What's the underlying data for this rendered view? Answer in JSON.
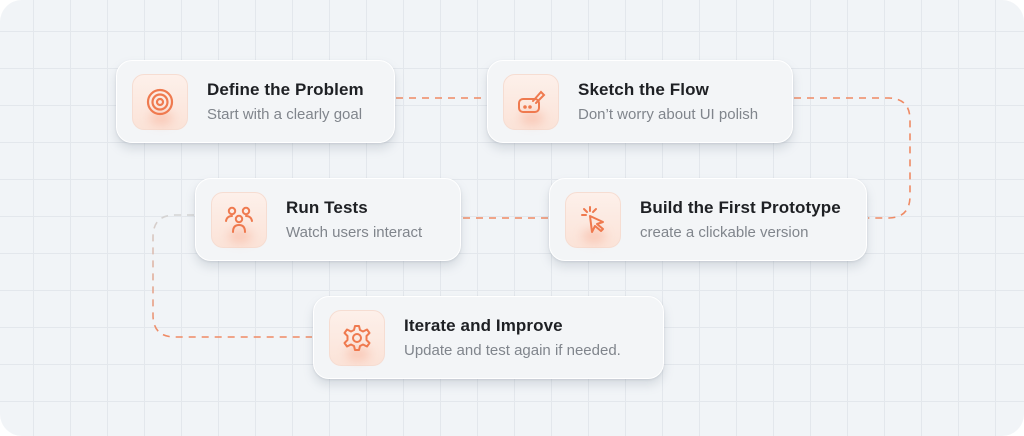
{
  "accent": "#ef7a4f",
  "steps": [
    {
      "title": "Define the Problem",
      "subtitle": "Start with a clearly goal",
      "icon": "target-icon"
    },
    {
      "title": "Sketch the Flow",
      "subtitle": "Don’t worry about UI polish",
      "icon": "sketch-icon"
    },
    {
      "title": "Build the First Prototype",
      "subtitle": "create a clickable version",
      "icon": "cursor-click-icon"
    },
    {
      "title": "Run Tests",
      "subtitle": "Watch users interact",
      "icon": "users-icon"
    },
    {
      "title": "Iterate and Improve",
      "subtitle": "Update and test again if needed.",
      "icon": "gear-icon"
    }
  ]
}
